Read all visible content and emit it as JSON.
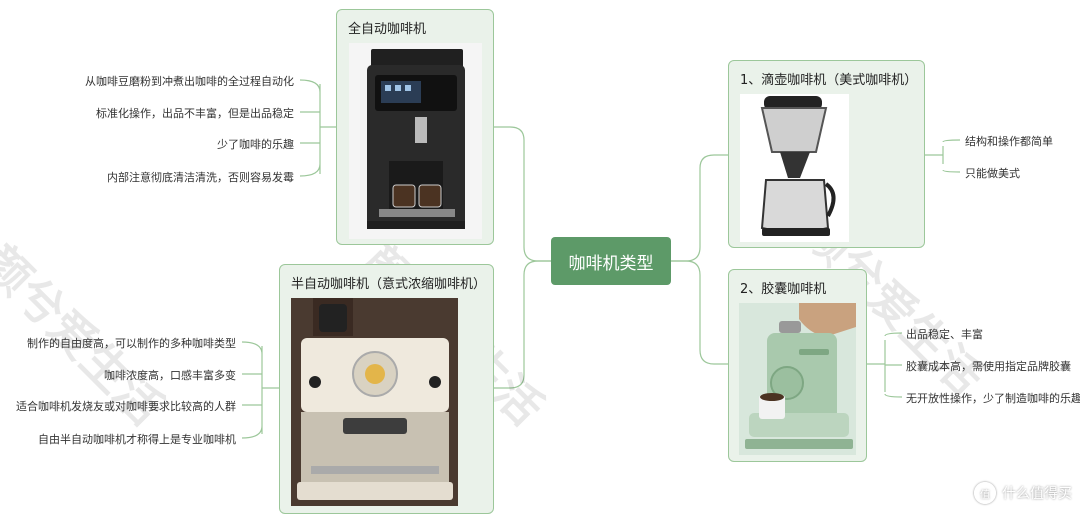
{
  "central": {
    "label": "咖啡机类型"
  },
  "full_auto": {
    "title": "全自动咖啡机",
    "items": [
      "从咖啡豆磨粉到冲煮出咖啡的全过程自动化",
      "标准化操作，出品不丰富，但是出品稳定",
      "少了咖啡的乐趣",
      "内部注意彻底清洁清洗，否则容易发霉"
    ]
  },
  "semi_auto": {
    "title": "半自动咖啡机（意式浓缩咖啡机）",
    "items": [
      "制作的自由度高，可以制作的多种咖啡类型",
      "咖啡浓度高，口感丰富多变",
      "适合咖啡机发烧友或对咖啡要求比较高的人群",
      "自由半自动咖啡机才称得上是专业咖啡机"
    ]
  },
  "drip": {
    "title": "1、滴壶咖啡机（美式咖啡机）",
    "items": [
      "结构和操作都简单",
      "只能做美式"
    ]
  },
  "capsule": {
    "title": "2、胶囊咖啡机",
    "items": [
      "出品稳定、丰富",
      "胶囊成本高，需使用指定品牌胶囊",
      "无开放性操作，少了制造咖啡的乐趣"
    ]
  },
  "watermark": {
    "text": "颜兮爱生活"
  },
  "brand": {
    "badge": "值",
    "text": "什么值得买"
  },
  "colors": {
    "accent": "#5d9a68",
    "border": "#9cc79a",
    "card_bg": "#eaf2ea"
  }
}
